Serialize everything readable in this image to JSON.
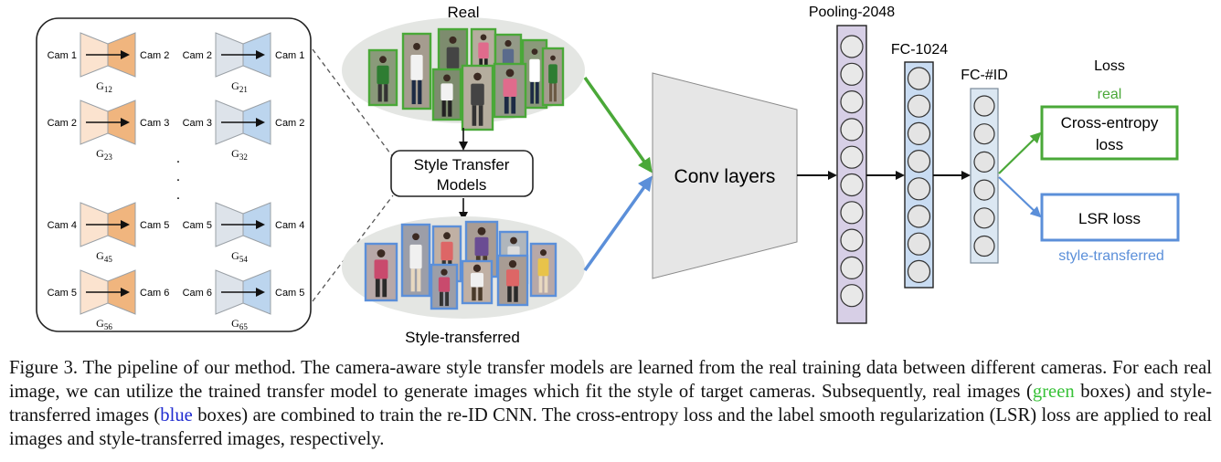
{
  "diagram": {
    "generators": [
      {
        "src": "Cam 1",
        "dst": "Cam 2",
        "g": "G",
        "sub": "12"
      },
      {
        "src": "Cam 2",
        "dst": "Cam 1",
        "g": "G",
        "sub": "21"
      },
      {
        "src": "Cam 2",
        "dst": "Cam 3",
        "g": "G",
        "sub": "23"
      },
      {
        "src": "Cam 3",
        "dst": "Cam 2",
        "g": "G",
        "sub": "32"
      },
      {
        "src": "Cam 4",
        "dst": "Cam 5",
        "g": "G",
        "sub": "45"
      },
      {
        "src": "Cam 5",
        "dst": "Cam 4",
        "g": "G",
        "sub": "54"
      },
      {
        "src": "Cam 5",
        "dst": "Cam 6",
        "g": "G",
        "sub": "56"
      },
      {
        "src": "Cam 6",
        "dst": "Cam 5",
        "g": "G",
        "sub": "65"
      }
    ],
    "ellipsis_dots": [
      ".",
      ".",
      "."
    ],
    "real_label": "Real",
    "style_transfer_label_line1": "Style Transfer",
    "style_transfer_label_line2": "Models",
    "style_transferred_label": "Style-transferred",
    "conv_label": "Conv layers",
    "pooling_label": "Pooling-2048",
    "fc1024_label": "FC-1024",
    "fcid_label": "FC-#ID",
    "loss_title": "Loss",
    "real_branch_label": "real",
    "ce_loss_line1": "Cross-entropy",
    "ce_loss_line2": "loss",
    "lsr_loss_label": "LSR loss",
    "style_branch_label": "style-transferred",
    "colors": {
      "real_green": "#4aa838",
      "style_blue": "#5b8fd9",
      "gen_orange_light": "#fbe3cf",
      "gen_orange_dark": "#f0b57e",
      "gen_blue_light": "#dde3ea",
      "gen_blue_dark": "#bcd5ee",
      "pool_fill": "#d7cfe6",
      "fc_fill": "#c9dcf2",
      "conv_fill": "#e6e6e6"
    }
  },
  "caption": {
    "part1": "Figure 3. The pipeline of our method. The camera-aware style transfer models are learned from the real training data between different cameras. For each real image, we can utilize the trained transfer model to generate images which fit the style of target cameras. Subsequently, real images (",
    "green_word": "green",
    "part2": " boxes) and style-transferred images (",
    "blue_word": "blue",
    "part3": " boxes) are combined to train the re-ID CNN. The cross-entropy loss and the label smooth regularization (LSR) loss are applied to real images and style-transferred images, respectively."
  }
}
